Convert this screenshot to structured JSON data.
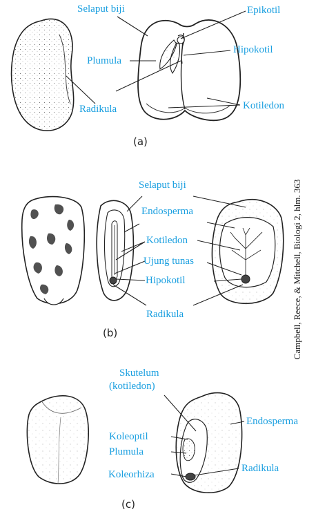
{
  "panels": {
    "a": {
      "caption": "(a)",
      "labels": {
        "seed_coat": "Selaput biji",
        "epicotyl": "Epikotil",
        "plumule": "Plumula",
        "hypocotyl": "Hipokotil",
        "radicle": "Radikula",
        "cotyledons": "Kotiledon"
      }
    },
    "b": {
      "caption": "(b)",
      "labels": {
        "seed_coat": "Selaput biji",
        "endosperm": "Endosperma",
        "cotyledons": "Kotiledon",
        "shoot_tip": "Ujung tunas",
        "hypocotyl": "Hipokotil",
        "radicle": "Radikula"
      }
    },
    "c": {
      "caption": "(c)",
      "labels": {
        "scutellum": "Skutelum",
        "scutellum_note": "(kotiledon)",
        "endosperm": "Endosperma",
        "coleoptile": "Koleoptil",
        "plumule": "Plumula",
        "coleorhiza": "Koleorhiza",
        "radicle": "Radikula"
      }
    }
  },
  "credit": "Campbell, Reece, & Mitchell, Biologi 2, hlm. 363",
  "colors": {
    "label": "#1a9fe0",
    "ink": "#222222"
  }
}
